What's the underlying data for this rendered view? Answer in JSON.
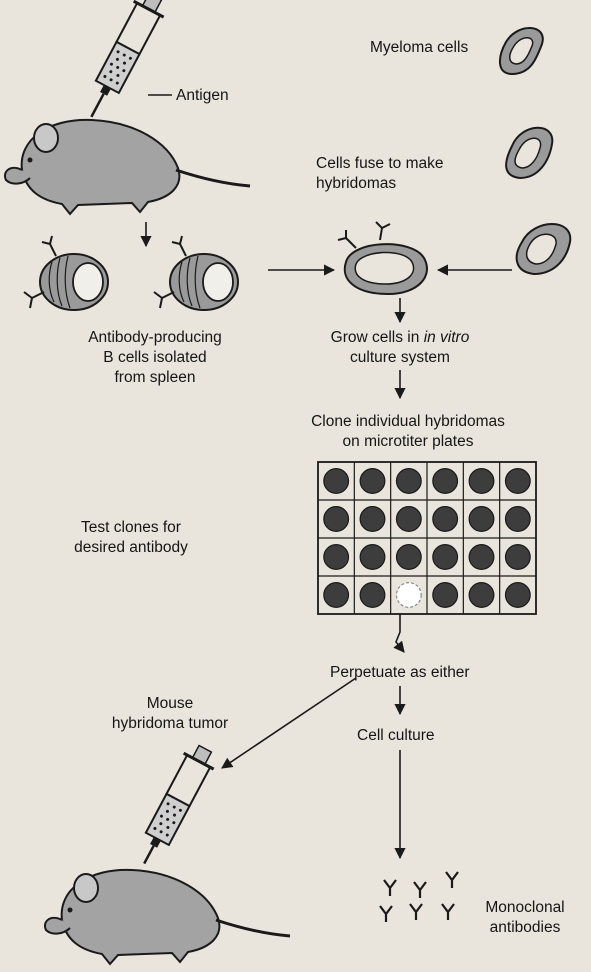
{
  "labels": {
    "antigen": "Antigen",
    "myeloma": "Myeloma cells",
    "fuse": [
      "Cells fuse to make",
      "hybridomas"
    ],
    "bcells": [
      "Antibody-producing",
      "B cells isolated",
      "from spleen"
    ],
    "grow": {
      "line1_prefix": "Grow cells in ",
      "line1_em": "in vitro",
      "line2": "culture system"
    },
    "clone": [
      "Clone individual hybridomas",
      "on microtiter plates"
    ],
    "test": [
      "Test clones for",
      "desired antibody"
    ],
    "perpetuate": "Perpetuate as either",
    "tumor": [
      "Mouse",
      "hybridoma tumor"
    ],
    "culture": "Cell culture",
    "mono": [
      "Monoclonal",
      "antibodies"
    ]
  },
  "plate": {
    "rows": 4,
    "cols": 6,
    "empty_well": {
      "row": 3,
      "col": 2
    }
  },
  "colors": {
    "background": "#e9e5dd",
    "ink": "#1a1a1a",
    "cell_fill": "#9a9a9a",
    "well_fill": "#3d3d3d"
  }
}
